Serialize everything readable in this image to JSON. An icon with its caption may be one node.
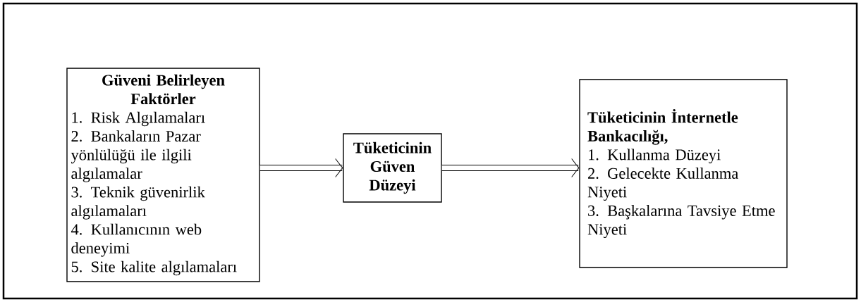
{
  "diagram": {
    "nodes": [
      {
        "text": [
          "Güveni Belirleyen Faktörler",
          "1. Risk Algılamaları",
          "2. Bankaların Pazar yönlülüğü ile ilgili algılamalar",
          "3. Teknik güvenirlik algılamaları",
          "4. Kullanıcının web deneyimi",
          "5. Site kalite algılamaları"
        ]
      },
      {
        "text": [
          "Tüketicinin Güven Düzeyi"
        ]
      },
      {
        "text": [
          "Tüketicinin İnternetle Bankacılığı,",
          "1. Kullanma Düzeyi",
          "2. Gelecekte Kullanma Niyeti",
          "3. Başkalarına Tavsiye Etme Niyeti"
        ]
      }
    ],
    "edges": [
      {
        "from": 0,
        "to": 1,
        "arrow": "to"
      },
      {
        "from": 1,
        "to": 2,
        "arrow": "to"
      }
    ]
  }
}
